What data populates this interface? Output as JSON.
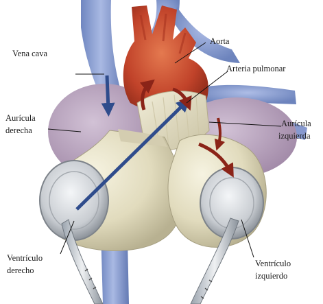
{
  "labels": {
    "vena_cava": "Vena cava",
    "aorta": "Aorta",
    "arteria_pulmonar": "Arteria pulmonar",
    "auricula_derecha_1": "Aurícula",
    "auricula_derecha_2": "derecha",
    "auricula_izquierda_1": "Aurícula",
    "auricula_izquierda_2": "izquierda",
    "ventriculo_derecho_1": "Ventrículo",
    "ventriculo_derecho_2": "derecho",
    "ventriculo_izquierdo_1": "Ventrículo",
    "ventriculo_izquierdo_2": "izquierdo"
  },
  "colors": {
    "vein_blue": "#7f95c9",
    "aorta_red": "#c5452b",
    "atrium_lavender": "#b8a3be",
    "device_cream": "#e4dfc4",
    "flow_arrow_red": "#8b2418",
    "flow_arrow_blue": "#2f4c8c"
  }
}
